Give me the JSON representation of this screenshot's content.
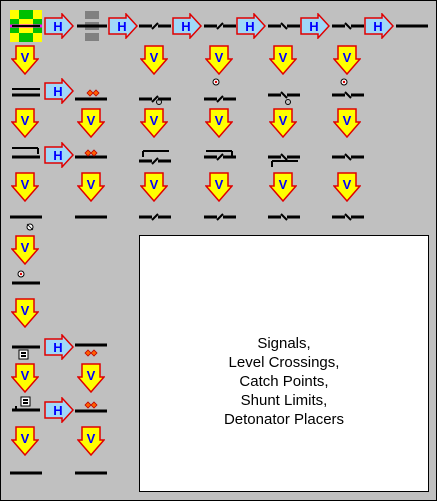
{
  "palette": {
    "background": "#c0c0c0",
    "h_arrow_fill": "#a0d8f8",
    "h_arrow_border": "#e00000",
    "h_letter": "#0000ff",
    "v_arrow_fill": "#ffff00",
    "v_arrow_border": "#e00000",
    "v_letter": "#0000ff",
    "track": "#000000",
    "detonator": "#ff6000",
    "plain_track_square": "#ffff00",
    "plain_track_mark": "#ff00ff",
    "crossing_square": "#00c000"
  },
  "labels": {
    "h_arrow_letter": "H",
    "v_arrow_letter": "V"
  },
  "info_panel": {
    "text": "Signals,\nLevel Crossings,\nCatch Points,\nShunt Limits,\nDetonator Placers"
  },
  "tiles": [
    {
      "name": "plain-track-selected-tile",
      "kind": "selected-track"
    },
    {
      "name": "grey-stop-block-tile",
      "kind": "stop-block"
    },
    {
      "name": "catch-point-left-tile",
      "kind": "catch-left"
    },
    {
      "name": "catch-point-right-tile",
      "kind": "catch-right"
    },
    {
      "name": "catch-point-down-tile",
      "kind": "catch-down"
    },
    {
      "name": "catch-point-up-tile",
      "kind": "catch-up"
    },
    {
      "name": "signal-left-tile",
      "kind": "signal"
    },
    {
      "name": "level-crossing-tile",
      "kind": "level-crossing"
    },
    {
      "name": "shunt-limit-tile",
      "kind": "shunt-limit"
    },
    {
      "name": "detonator-placer-tile",
      "kind": "detonator"
    }
  ]
}
